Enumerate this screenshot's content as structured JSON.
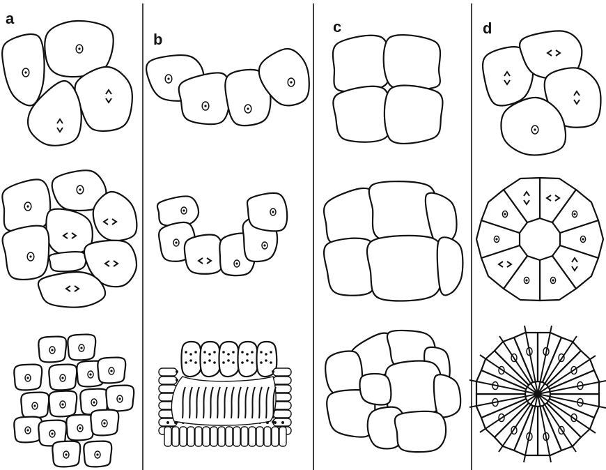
{
  "figure": {
    "panels": [
      {
        "id": "a",
        "label": "a"
      },
      {
        "id": "b",
        "label": "b"
      },
      {
        "id": "c",
        "label": "c"
      },
      {
        "id": "d",
        "label": "d"
      }
    ],
    "colors": {
      "ink": "#111111",
      "background": "#ffffff"
    }
  }
}
